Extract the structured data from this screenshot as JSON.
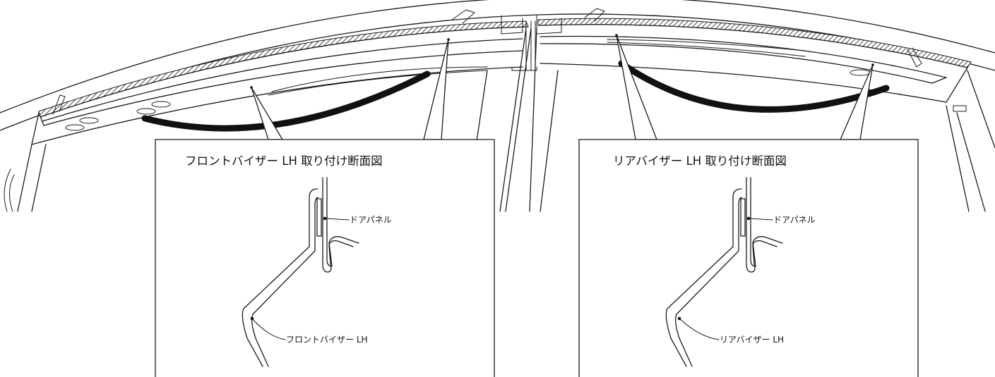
{
  "front_panel": {
    "title": "フロントバイザー LH 取り付け断面図",
    "door_label": "ドアパネル",
    "visor_label": "フロントバイザー LH"
  },
  "rear_panel": {
    "title": "リアバイザー LH 取り付け断面図",
    "door_label": "ドアパネル",
    "visor_label": "リアバイザー LH"
  },
  "colors": {
    "line": "#1a1a1a",
    "background": "#ffffff"
  }
}
